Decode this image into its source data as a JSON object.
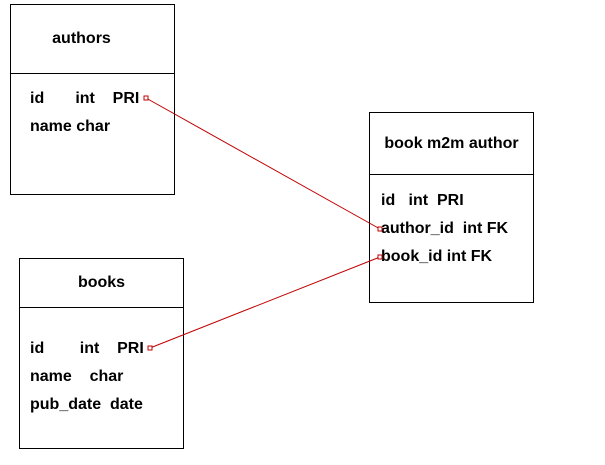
{
  "colors": {
    "border": "#000000",
    "relation_line": "#c00000"
  },
  "entities": {
    "authors": {
      "title": "authors",
      "fields": [
        "id       int    PRI",
        "name char"
      ]
    },
    "books": {
      "title": "books",
      "fields": [
        "id        int    PRI",
        "name    char",
        "pub_date  date"
      ]
    },
    "book_m2m_author": {
      "title": "book m2m author",
      "fields": [
        "id   int  PRI",
        "author_id  int FK",
        "book_id int FK"
      ]
    }
  },
  "relations": [
    {
      "from": "authors.id",
      "to": "book_m2m_author.author_id"
    },
    {
      "from": "books.id",
      "to": "book_m2m_author.book_id"
    }
  ]
}
